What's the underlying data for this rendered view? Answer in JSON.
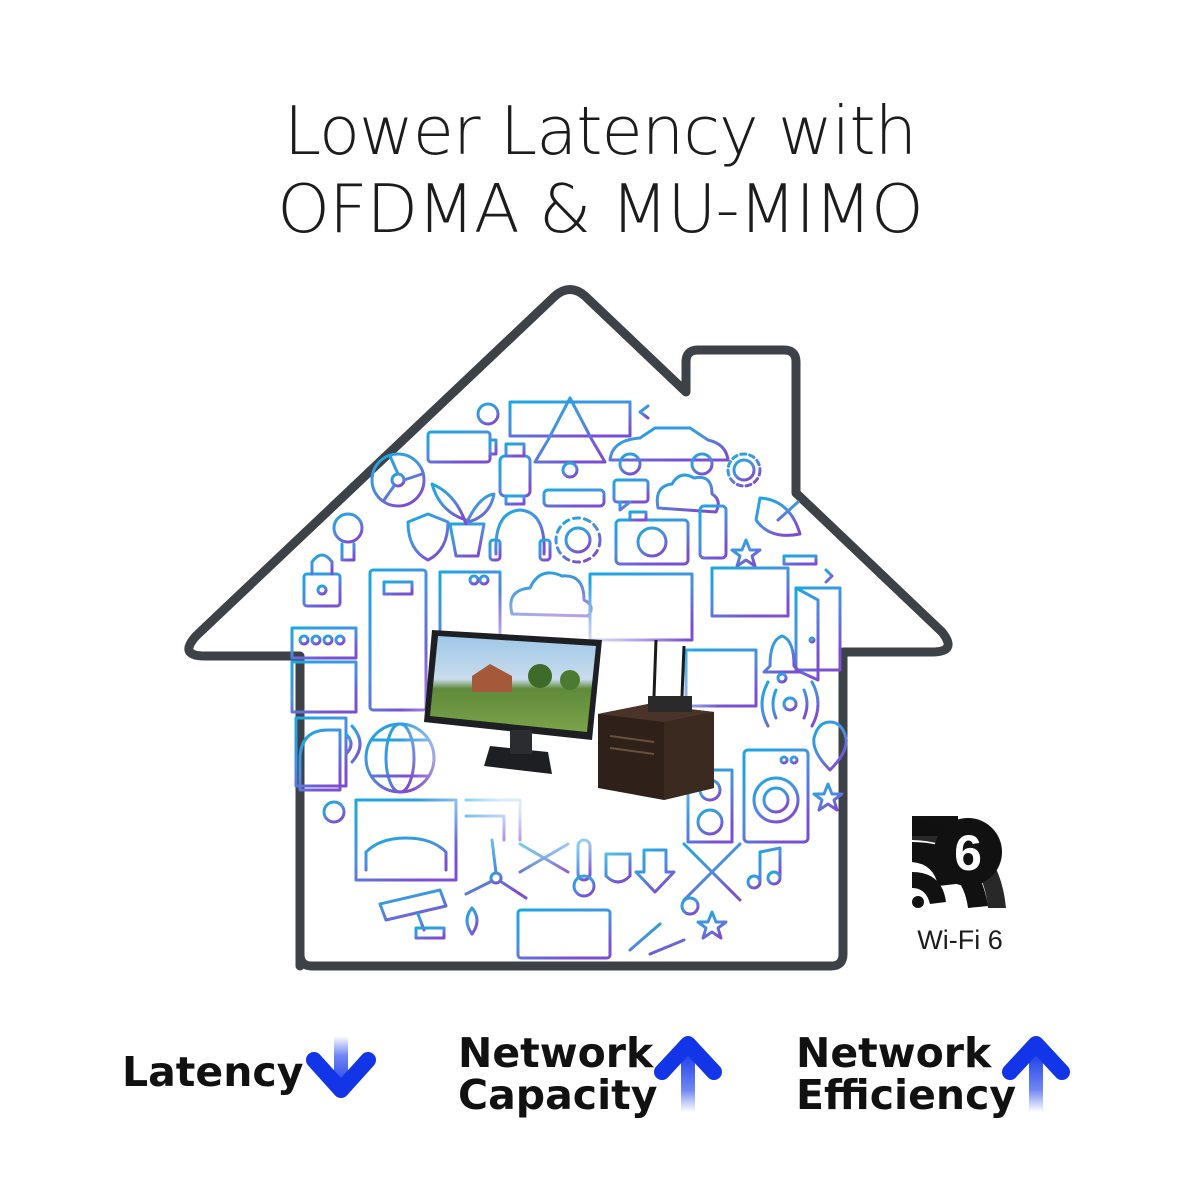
{
  "headline": {
    "line1": "Lower Latency with",
    "line2": "OFDMA & MU-MIMO"
  },
  "badge": {
    "number": "6",
    "caption": "Wi-Fi 6",
    "icon": "wifi-6-logo-icon"
  },
  "metrics": [
    {
      "lines": [
        "Latency"
      ],
      "direction": "down"
    },
    {
      "lines": [
        "Network",
        "Capacity"
      ],
      "direction": "up"
    },
    {
      "lines": [
        "Network",
        "Efficiency"
      ],
      "direction": "up"
    }
  ],
  "colors": {
    "house_outline": "#3d4148",
    "icon_cyan": "#1aa8e0",
    "icon_violet": "#7b4fd1",
    "arrow_blue": "#1335e8",
    "text": "#111111"
  },
  "illustration": {
    "house_icon": "house-outline-icon",
    "devices": [
      "monitor-icon",
      "desktop-tower-icon",
      "router-icon"
    ],
    "smart_icons": [
      "battery-icon",
      "solar-panel-icon",
      "car-icon",
      "smartwatch-icon",
      "cloud-icon",
      "camera-icon",
      "phone-icon",
      "lightbulb-icon",
      "padlock-icon",
      "fridge-icon",
      "oven-icon",
      "laptop-icon",
      "door-icon",
      "bell-icon",
      "globe-icon",
      "mailbox-icon",
      "key-icon",
      "garage-icon",
      "wind-turbine-icon",
      "snowflake-icon",
      "thermometer-icon",
      "plug-icon",
      "tools-icon",
      "music-note-icon",
      "washing-machine-icon",
      "satellite-dish-icon",
      "speaker-icon",
      "radiator-icon",
      "cctv-icon",
      "drop-icon",
      "star-icon",
      "gear-icon"
    ]
  }
}
